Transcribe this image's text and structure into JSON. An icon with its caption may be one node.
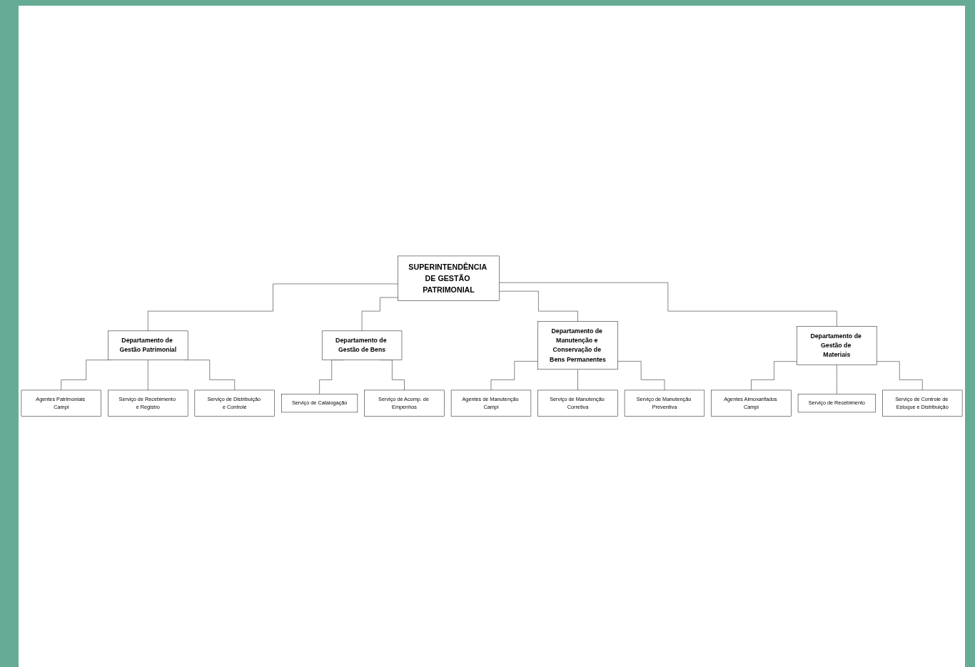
{
  "diagram": {
    "nodes": [
      {
        "text": [
          "SUPERINTENDÊNCIA DE GESTÃO PATRIMONIAL"
        ]
      },
      {
        "text": [
          "Departamento de Gestão Patrimonial"
        ]
      },
      {
        "text": [
          "Departamento de Gestão de Bens"
        ]
      },
      {
        "text": [
          "Departamento de Manutenção e Conservação de Bens Permanentes"
        ]
      },
      {
        "text": [
          "Departamento de Gestão de Materiais"
        ]
      },
      {
        "text": [
          "Agentes Patrimoniais Campi"
        ]
      },
      {
        "text": [
          "Agentes de Manutenção Campi"
        ]
      },
      {
        "text": [
          "Agentes Almoxarifados Campi"
        ]
      },
      {
        "text": [
          "Serviço de Recebimento e Registro"
        ]
      },
      {
        "text": [
          "Serviço de Distribuição e Controle"
        ]
      },
      {
        "text": [
          "Serviço de Catalogação"
        ]
      },
      {
        "text": [
          "Serviço de Acomp. de Empenhos"
        ]
      },
      {
        "text": [
          "Serviço de Manutenção Corretiva"
        ]
      },
      {
        "text": [
          "Serviço de Manutenção Preventiva"
        ]
      },
      {
        "text": [
          "Serviço de Recebimento"
        ]
      },
      {
        "text": [
          "Serviço de Controle de Estoque e Distribuição"
        ]
      }
    ],
    "edges": [
      {
        "from": 0,
        "to": 1,
        "arrow": "none"
      },
      {
        "from": 0,
        "to": 2,
        "arrow": "none"
      },
      {
        "from": 0,
        "to": 3,
        "arrow": "none"
      },
      {
        "from": 0,
        "to": 4,
        "arrow": "none"
      },
      {
        "from": 1,
        "to": 5,
        "arrow": "none"
      },
      {
        "from": 3,
        "to": 6,
        "arrow": "none"
      },
      {
        "from": 4,
        "to": 7,
        "arrow": "none"
      },
      {
        "from": 1,
        "to": 8,
        "arrow": "none"
      },
      {
        "from": 1,
        "to": 9,
        "arrow": "none"
      },
      {
        "from": 2,
        "to": 10,
        "arrow": "none"
      },
      {
        "from": 2,
        "to": 11,
        "arrow": "none"
      },
      {
        "from": 3,
        "to": 12,
        "arrow": "none"
      },
      {
        "from": 3,
        "to": 13,
        "arrow": "none"
      },
      {
        "from": 4,
        "to": 14,
        "arrow": "none"
      },
      {
        "from": 4,
        "to": 15,
        "arrow": "none"
      }
    ]
  }
}
